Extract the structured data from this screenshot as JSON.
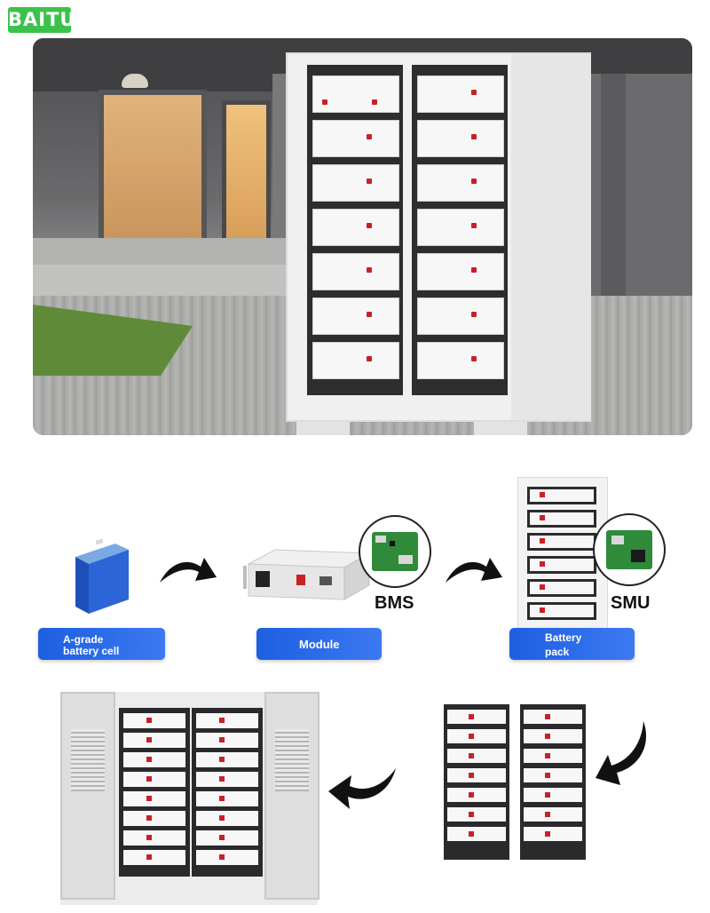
{
  "logo": {
    "text": "BAITU",
    "color": "#3cc24a"
  },
  "process": {
    "steps": [
      {
        "label_line1": "A-grade",
        "label_line2": "battery cell"
      },
      {
        "label_line1": "Module",
        "label_line2": ""
      },
      {
        "label_line1": "Battery",
        "label_line2": "pack"
      }
    ],
    "tags": {
      "bms": "BMS",
      "smu": "SMU"
    }
  },
  "colors": {
    "pill": "#1d5fe0",
    "accent_red": "#c92028"
  }
}
